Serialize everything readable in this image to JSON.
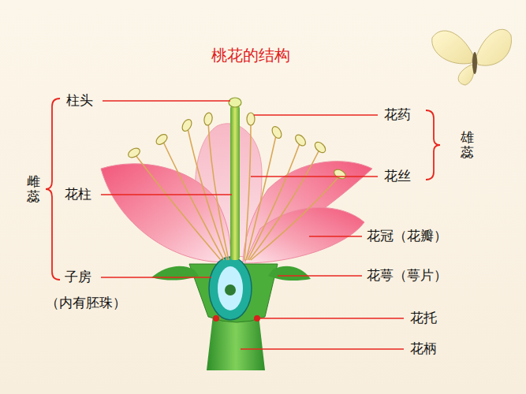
{
  "diagram": {
    "title": "桃花的结构",
    "labels": [
      "柱头",
      "花柱",
      "子房",
      "（内有胚珠）",
      "雌蕊",
      "花药",
      "花丝",
      "雄蕊",
      "花冠（花瓣）",
      "花萼（萼片）",
      "花托",
      "花柄"
    ]
  }
}
